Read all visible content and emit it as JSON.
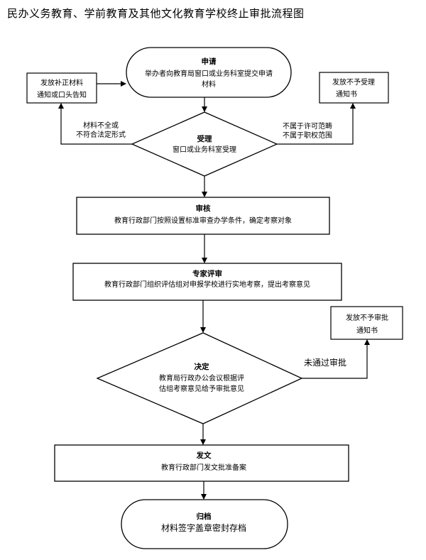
{
  "title": "民办义务教育、学前教育及其他文化教育学校终止审批流程图",
  "nodes": {
    "apply": {
      "title": "申请",
      "line1": "举办者向教育局窗口或业务科室提交申请",
      "line2": "材料"
    },
    "accept": {
      "title": "受理",
      "line1": "窗口或业务科室受理"
    },
    "review": {
      "title": "审核",
      "line1": "教育行政部门按照设置标准审查办学条件，确定考察对象"
    },
    "expert": {
      "title": "专家评审",
      "line1": "教育行政部门组织评估组对申报学校进行实地考察，提出考察意见"
    },
    "decide": {
      "title": "决定",
      "line1": "教育局行政办公会议根据评",
      "line2": "估组考察意见给予审批意见"
    },
    "issue": {
      "title": "发文",
      "line1": "教育行政部门发文批准备案"
    },
    "archive": {
      "title": "归档",
      "line1": "材料签字盖章密封存档"
    }
  },
  "side_boxes": {
    "correction": {
      "line1": "发放补正材料",
      "line2": "通知或口头告知"
    },
    "reject_accept": {
      "line1": "发放不予受理",
      "line2": "通知书"
    },
    "reject_approve": {
      "line1": "发放不予审批",
      "line2": "通知书"
    }
  },
  "edge_labels": {
    "incomplete": {
      "line1": "材料不全或",
      "line2": "不符合法定形式"
    },
    "out_of_scope": {
      "line1": "不属于许可范畴",
      "line2": "不属于职权范围"
    },
    "not_approved": "未通过审批"
  }
}
